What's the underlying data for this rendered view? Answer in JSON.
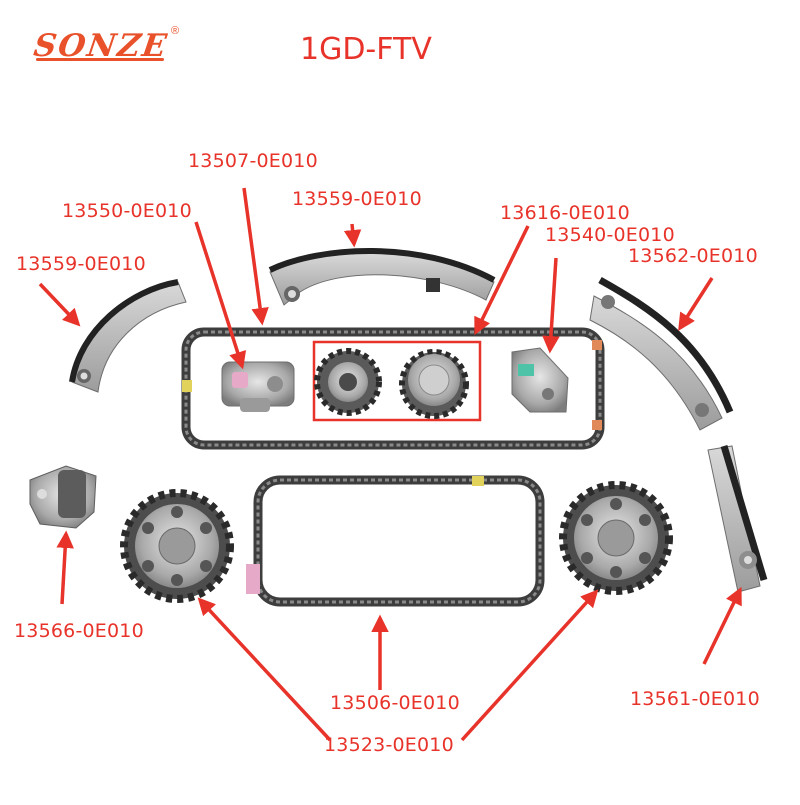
{
  "brand": {
    "name": "SONZE",
    "mark": "®"
  },
  "model": "1GD-FTV",
  "part_numbers": {
    "guide_upper_left": "13559-0E010",
    "guide_top": "13559-0E010",
    "tensioner_arm": "13507-0E010",
    "tensioner_small": "13550-0E010",
    "crank_gears": "13616-0E010",
    "tensioner_right": "13540-0E010",
    "guide_right": "13562-0E010",
    "tensioner_bracket": "13566-0E010",
    "chain_lower": "13506-0E010",
    "sprocket_pair": "13523-0E010",
    "guide_lower_right": "13561-0E010"
  },
  "colors": {
    "label": "#e8332a",
    "arrow": "#e8332a",
    "chain": "#4a4a4a",
    "metal": "#b9b9b9"
  }
}
